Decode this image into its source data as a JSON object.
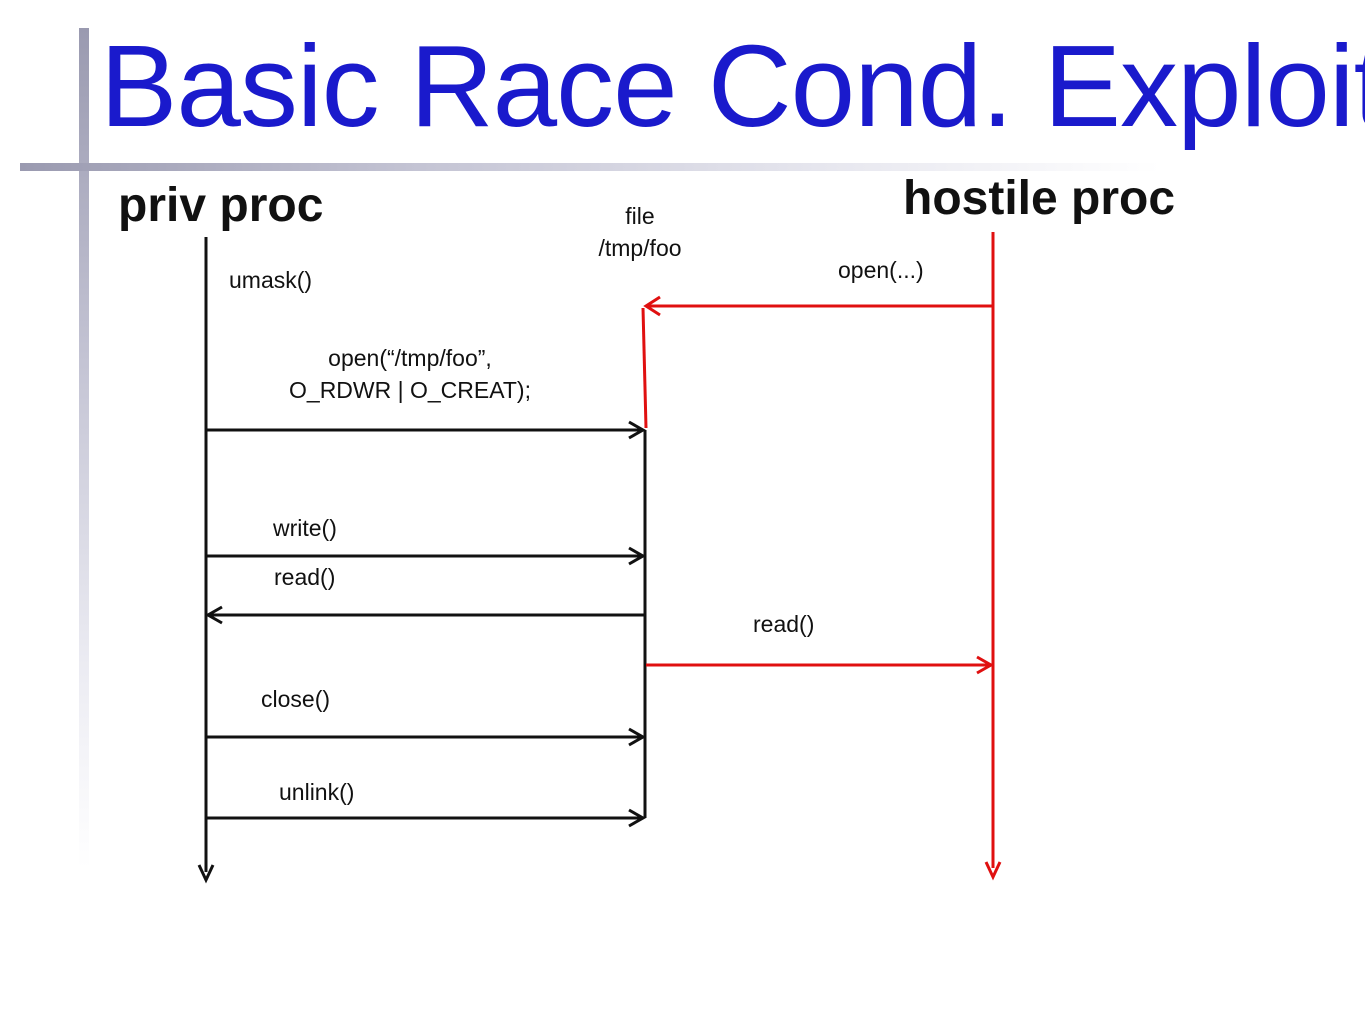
{
  "slide": {
    "title": "Basic Race Cond. Exploit"
  },
  "actors": {
    "priv": "priv proc",
    "hostile": "hostile proc",
    "file_line1": "file",
    "file_line2": "/tmp/foo"
  },
  "messages": {
    "umask": "umask()",
    "open_line1": "open(“/tmp/foo”,",
    "open_line2": "O_RDWR | O_CREAT);",
    "write": "write()",
    "read_priv": "read()",
    "close": "close()",
    "unlink": "unlink()",
    "hostile_open": "open(...)",
    "hostile_read": "read()"
  },
  "colors": {
    "title": "#1a1acc",
    "normal": "#111111",
    "hostile": "#e01010"
  }
}
